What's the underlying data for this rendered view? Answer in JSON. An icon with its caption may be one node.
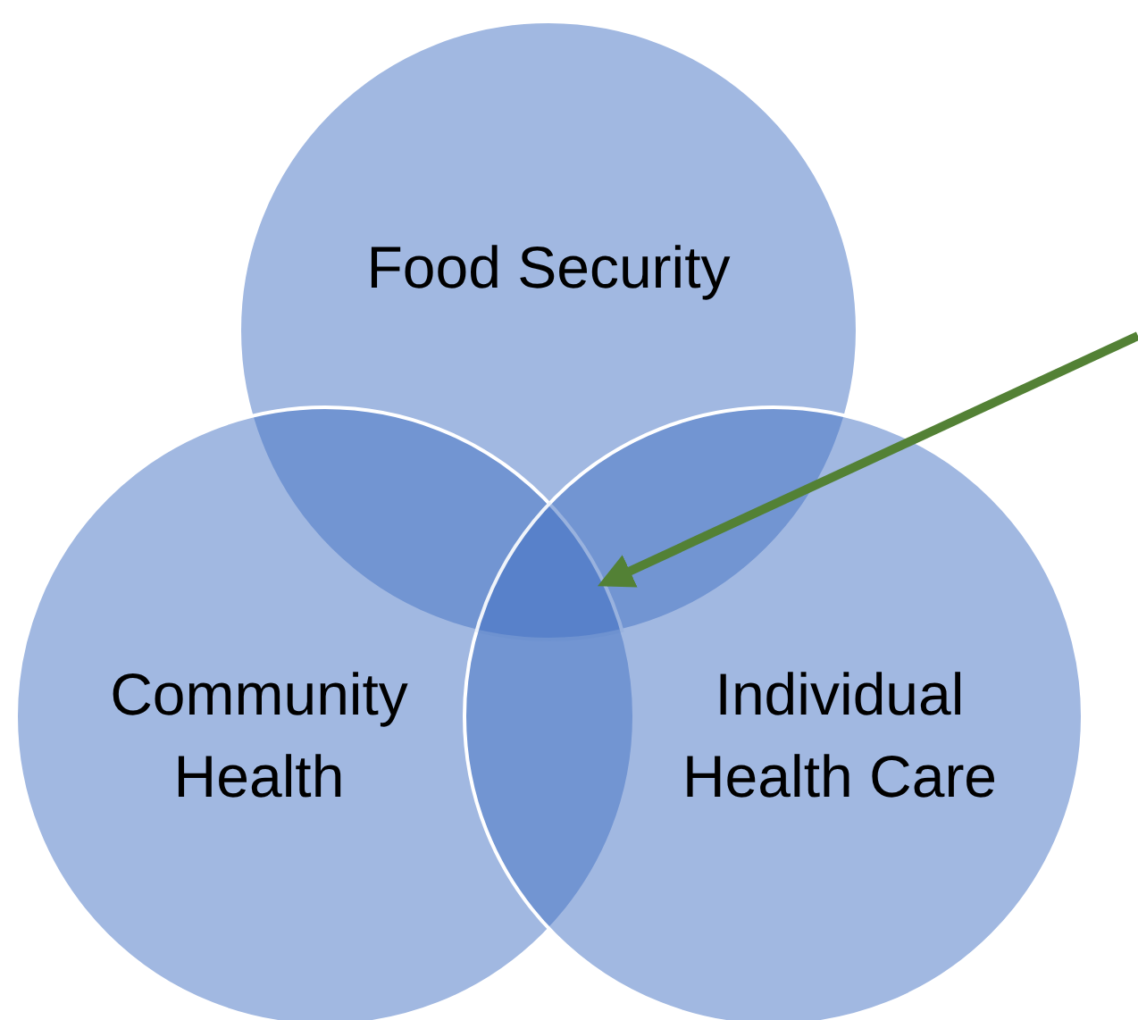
{
  "diagram": {
    "nodes": [
      {
        "text": [
          "Food Security"
        ]
      },
      {
        "text": [
          "Community Health"
        ]
      },
      {
        "text": [
          "Individual Health Care"
        ]
      },
      {
        "text": [],
        "shape": "region"
      }
    ],
    "edges": [
      {
        "from": null,
        "to": 3,
        "arrow": "to",
        "color": "#538135"
      }
    ]
  }
}
